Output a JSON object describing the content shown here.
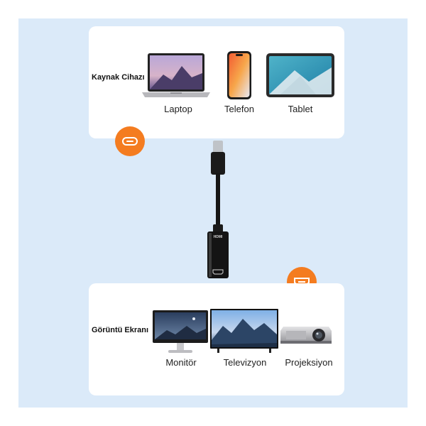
{
  "source": {
    "title": "Kaynak Cihazı",
    "devices": [
      {
        "label": "Laptop",
        "icon": "laptop-icon"
      },
      {
        "label": "Telefon",
        "icon": "phone-icon"
      },
      {
        "label": "Tablet",
        "icon": "tablet-icon"
      }
    ],
    "badge_icon": "usb-c-port-icon"
  },
  "display": {
    "title": "Görüntü Ekranı",
    "devices": [
      {
        "label": "Monitör",
        "icon": "monitor-icon"
      },
      {
        "label": "Televizyon",
        "icon": "tv-icon"
      },
      {
        "label": "Projeksiyon",
        "icon": "projector-icon"
      }
    ],
    "badge_icon": "hdmi-port-icon"
  },
  "adapter": {
    "label": "HDMI",
    "icon": "usb-c-to-hdmi-adapter-icon"
  },
  "colors": {
    "background": "#dbeaf9",
    "card": "#ffffff",
    "accent": "#f47c20"
  }
}
